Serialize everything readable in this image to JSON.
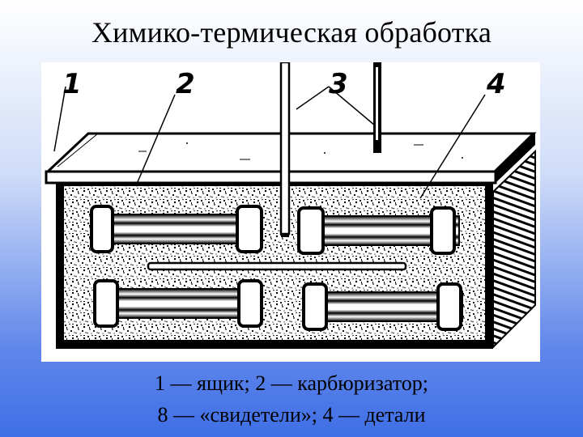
{
  "slide": {
    "title": "Химико-термическая обработка",
    "caption_line_1": "1 — ящик; 2 — карбюризатор;",
    "caption_line_2": "8 — «свидетели»; 4 — детали"
  },
  "figure": {
    "callout_labels": [
      "1",
      "2",
      "3",
      "4"
    ],
    "colors": {
      "ink": "#000000",
      "paper": "#ffffff",
      "background_top": "#ffffff",
      "background_bottom": "#3f6fe6"
    }
  }
}
